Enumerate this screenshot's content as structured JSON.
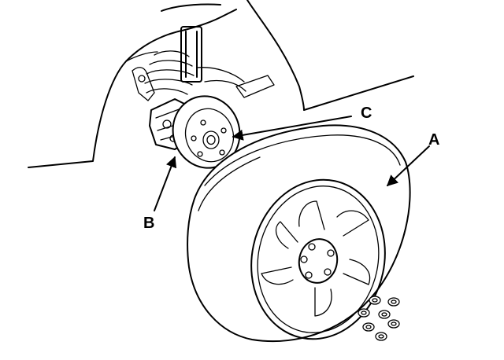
{
  "callouts": {
    "a": {
      "label": "A"
    },
    "b": {
      "label": "B"
    },
    "c": {
      "label": "C"
    }
  }
}
